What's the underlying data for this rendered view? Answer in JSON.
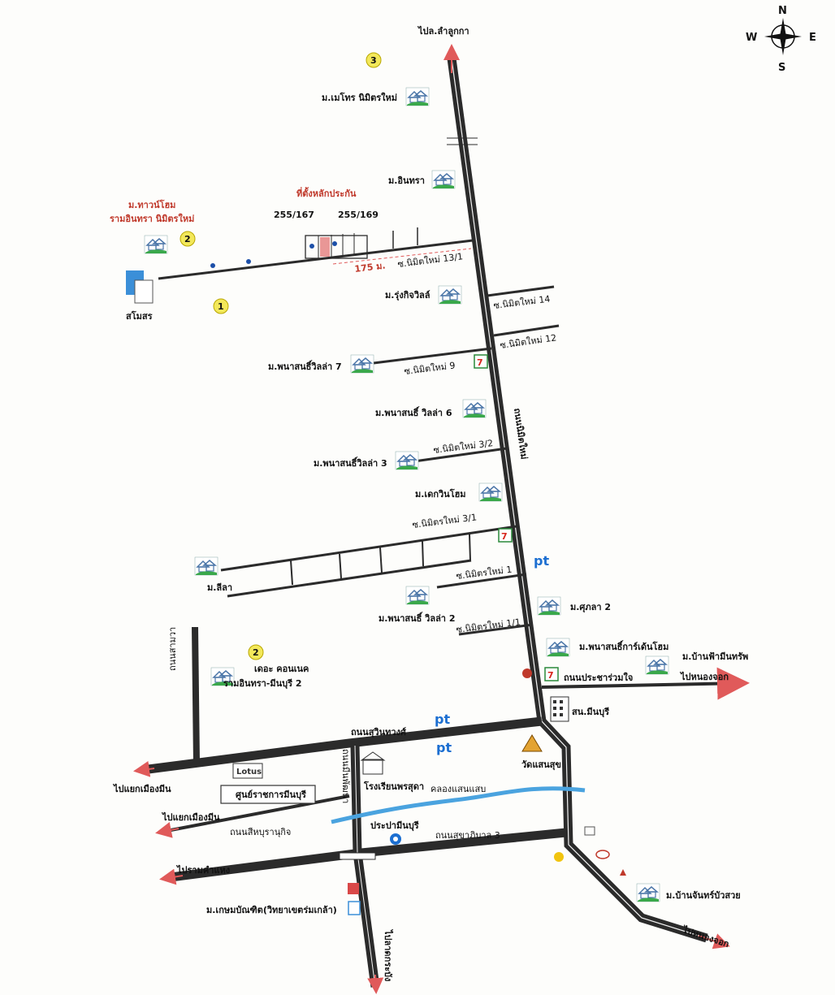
{
  "compass": {
    "n": "N",
    "s": "S",
    "e": "E",
    "w": "W"
  },
  "markers": [
    "1",
    "2",
    "2",
    "3"
  ],
  "destinations": {
    "north": "ไปล.ลำลูกกา",
    "east": "ไปหนองจอก",
    "southeast": "ไปหนองจอก",
    "west1": "ไปแยกเมืองมีน",
    "west2": "ไปแยกเมืองมีน",
    "west3": "ไปรามคำแหง",
    "south": "ไปลาดกระบัง"
  },
  "roads": {
    "main": "ถนนนิมิตใหม่",
    "suwinthawong": "ถนนสุวินทวงศ์",
    "prachanruammai": "ถนนประชาร่วมใจ",
    "sihaburanukit": "ถนนสีหบุรานุกิจ",
    "sukhaphiban3": "ถนนสุขาภิบาล 3",
    "ramindra_mainuri": "ถนนมีนพัฒนา",
    "samwa": "ถนนสามวา",
    "soi_13_1": "ซ.นิมิตใหม่ 13/1",
    "soi_14": "ซ.นิมิตใหม่ 14",
    "soi_12": "ซ.นิมิตใหม่ 12",
    "soi_9": "ซ.นิมิตใหม่ 9",
    "soi_3_2": "ซ.นิมิตใหม่ 3/2",
    "soi_3_1": "ซ.นิมิตรใหม่ 3/1",
    "soi_1": "ซ.นิมิตรใหม่ 1",
    "soi_1_1": "ซ.นิมิตรใหม่ 1/1",
    "distance": "175 ม."
  },
  "places": {
    "villa_project_header": "ที่ตั้งหลักประกัน",
    "plot_a": "255/167",
    "plot_b": "255/169",
    "townhouse_title": "ม.ทาวน์โฮม",
    "townhouse_sub": "รามอินทรา นิมิตรใหม่",
    "sanamyin": "สโมสร",
    "metro": "ม.เมโทร นิมิตรใหม่",
    "inthra": "ม.อินทรา",
    "rungkij": "ม.รุ่งกิจวิลล์",
    "villa7": "ม.พนาสนธิ์วิลล่า 7",
    "villa6": "ม.พนาสนธิ์ วิลล่า 6",
    "villa3": "ม.พนาสนธิ์วิลล่า 3",
    "greenhome": "ม.เดกวินโฮม",
    "mlisa": "ม.ลีลา",
    "villa2": "ม.พนาสนธิ์ วิลล่า 2",
    "suphalai2": "ม.ศุภลา 2",
    "garden": "ม.พนาสนธิ์การ์เด้นโฮม",
    "baanfa": "ม.บ้านฟ้ามีนทรัพ",
    "kesrine": "ม.บ้านจันทร์บัวสวย",
    "thelake1": "เดอะ คอนเนค",
    "thelake2": "รามอินทรา-มีนบุรี 2",
    "police": "สน.มีนบุรี",
    "school": "โรงเรียนพรสุดา",
    "watsanti": "วัดแสนสุข",
    "canal": "คลองแสนแสบ",
    "market": "ประปามีนบุรี",
    "govcenter": "ศูนย์ราชการมีนบุรี",
    "lotus": "Lotus",
    "kasem": "ม.เกษมบัณฑิต(วิทยาเขตร่มเกล้า)"
  },
  "colors": {
    "road": "#2b2b2b",
    "canal": "#4aa3df",
    "arrow": "#e05a5a",
    "marker": "#f3e85a",
    "house_roof": "#4b76a8",
    "house_grass": "#3aa84b",
    "red_text": "#c0392b"
  }
}
